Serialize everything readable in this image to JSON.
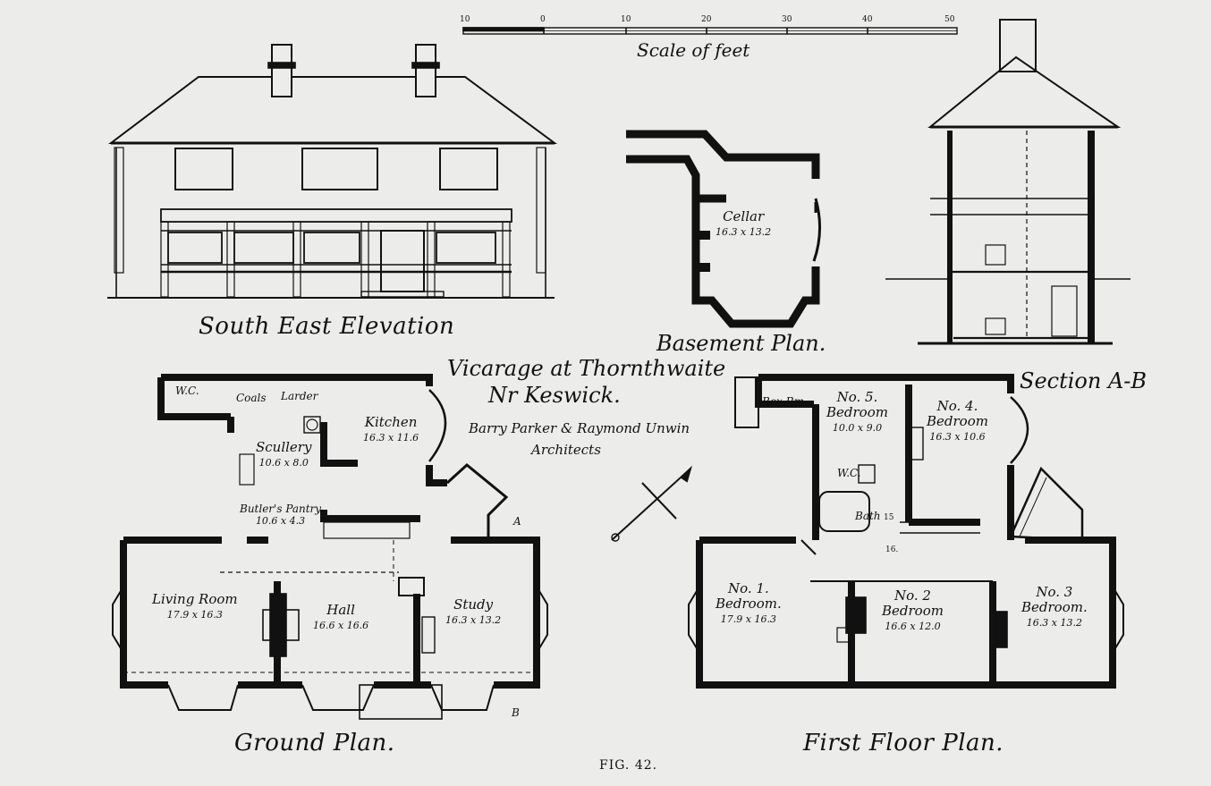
{
  "title": {
    "line1": "Vicarage at Thornthwaite",
    "line2": "Nr Keswick."
  },
  "architects": {
    "line1": "Barry Parker & Raymond Unwin",
    "line2": "Architects"
  },
  "figure": "FIG. 42.",
  "scale": {
    "label": "Scale of feet",
    "ticks": [
      "10",
      "0",
      "10",
      "20",
      "30",
      "40",
      "50"
    ]
  },
  "views": {
    "elevation": "South East Elevation",
    "basement": "Basement Plan.",
    "section": "Section A-B",
    "ground": "Ground Plan.",
    "first": "First Floor Plan."
  },
  "basement_rooms": [
    {
      "name": "Cellar",
      "dim": "16.3 x 13.2"
    }
  ],
  "ground_rooms": {
    "wc": "W.C.",
    "coals": "Coals",
    "larder": "Larder",
    "kitchen": {
      "name": "Kitchen",
      "dim": "16.3 x 11.6"
    },
    "scullery": {
      "name": "Scullery",
      "dim": "10.6 x 8.0"
    },
    "butlers": {
      "name": "Butler's Pantry",
      "dim": "10.6 x 4.3"
    },
    "living": {
      "name": "Living Room",
      "dim": "17.9 x 16.3"
    },
    "hall": {
      "name": "Hall",
      "dim": "16.6 x 16.6"
    },
    "study": {
      "name": "Study",
      "dim": "16.3 x 13.2"
    }
  },
  "first_rooms": {
    "boxroom": "Box Rm.",
    "wc": "W.C.",
    "bath": "Bath",
    "bed5": {
      "no": "No. 5.",
      "name": "Bedroom",
      "dim": "10.0 x 9.0"
    },
    "bed4": {
      "no": "No. 4.",
      "name": "Bedroom",
      "dim": "16.3 x 10.6"
    },
    "bed1": {
      "no": "No. 1.",
      "name": "Bedroom.",
      "dim": "17.9 x 16.3"
    },
    "bed2": {
      "no": "No. 2",
      "name": "Bedroom",
      "dim": "16.6 x 12.0"
    },
    "bed3": {
      "no": "No. 3",
      "name": "Bedroom.",
      "dim": "16.3 x 13.2"
    },
    "mark15": "15",
    "mark16": "16."
  },
  "section_marks": {
    "a": "A",
    "b": "B"
  }
}
